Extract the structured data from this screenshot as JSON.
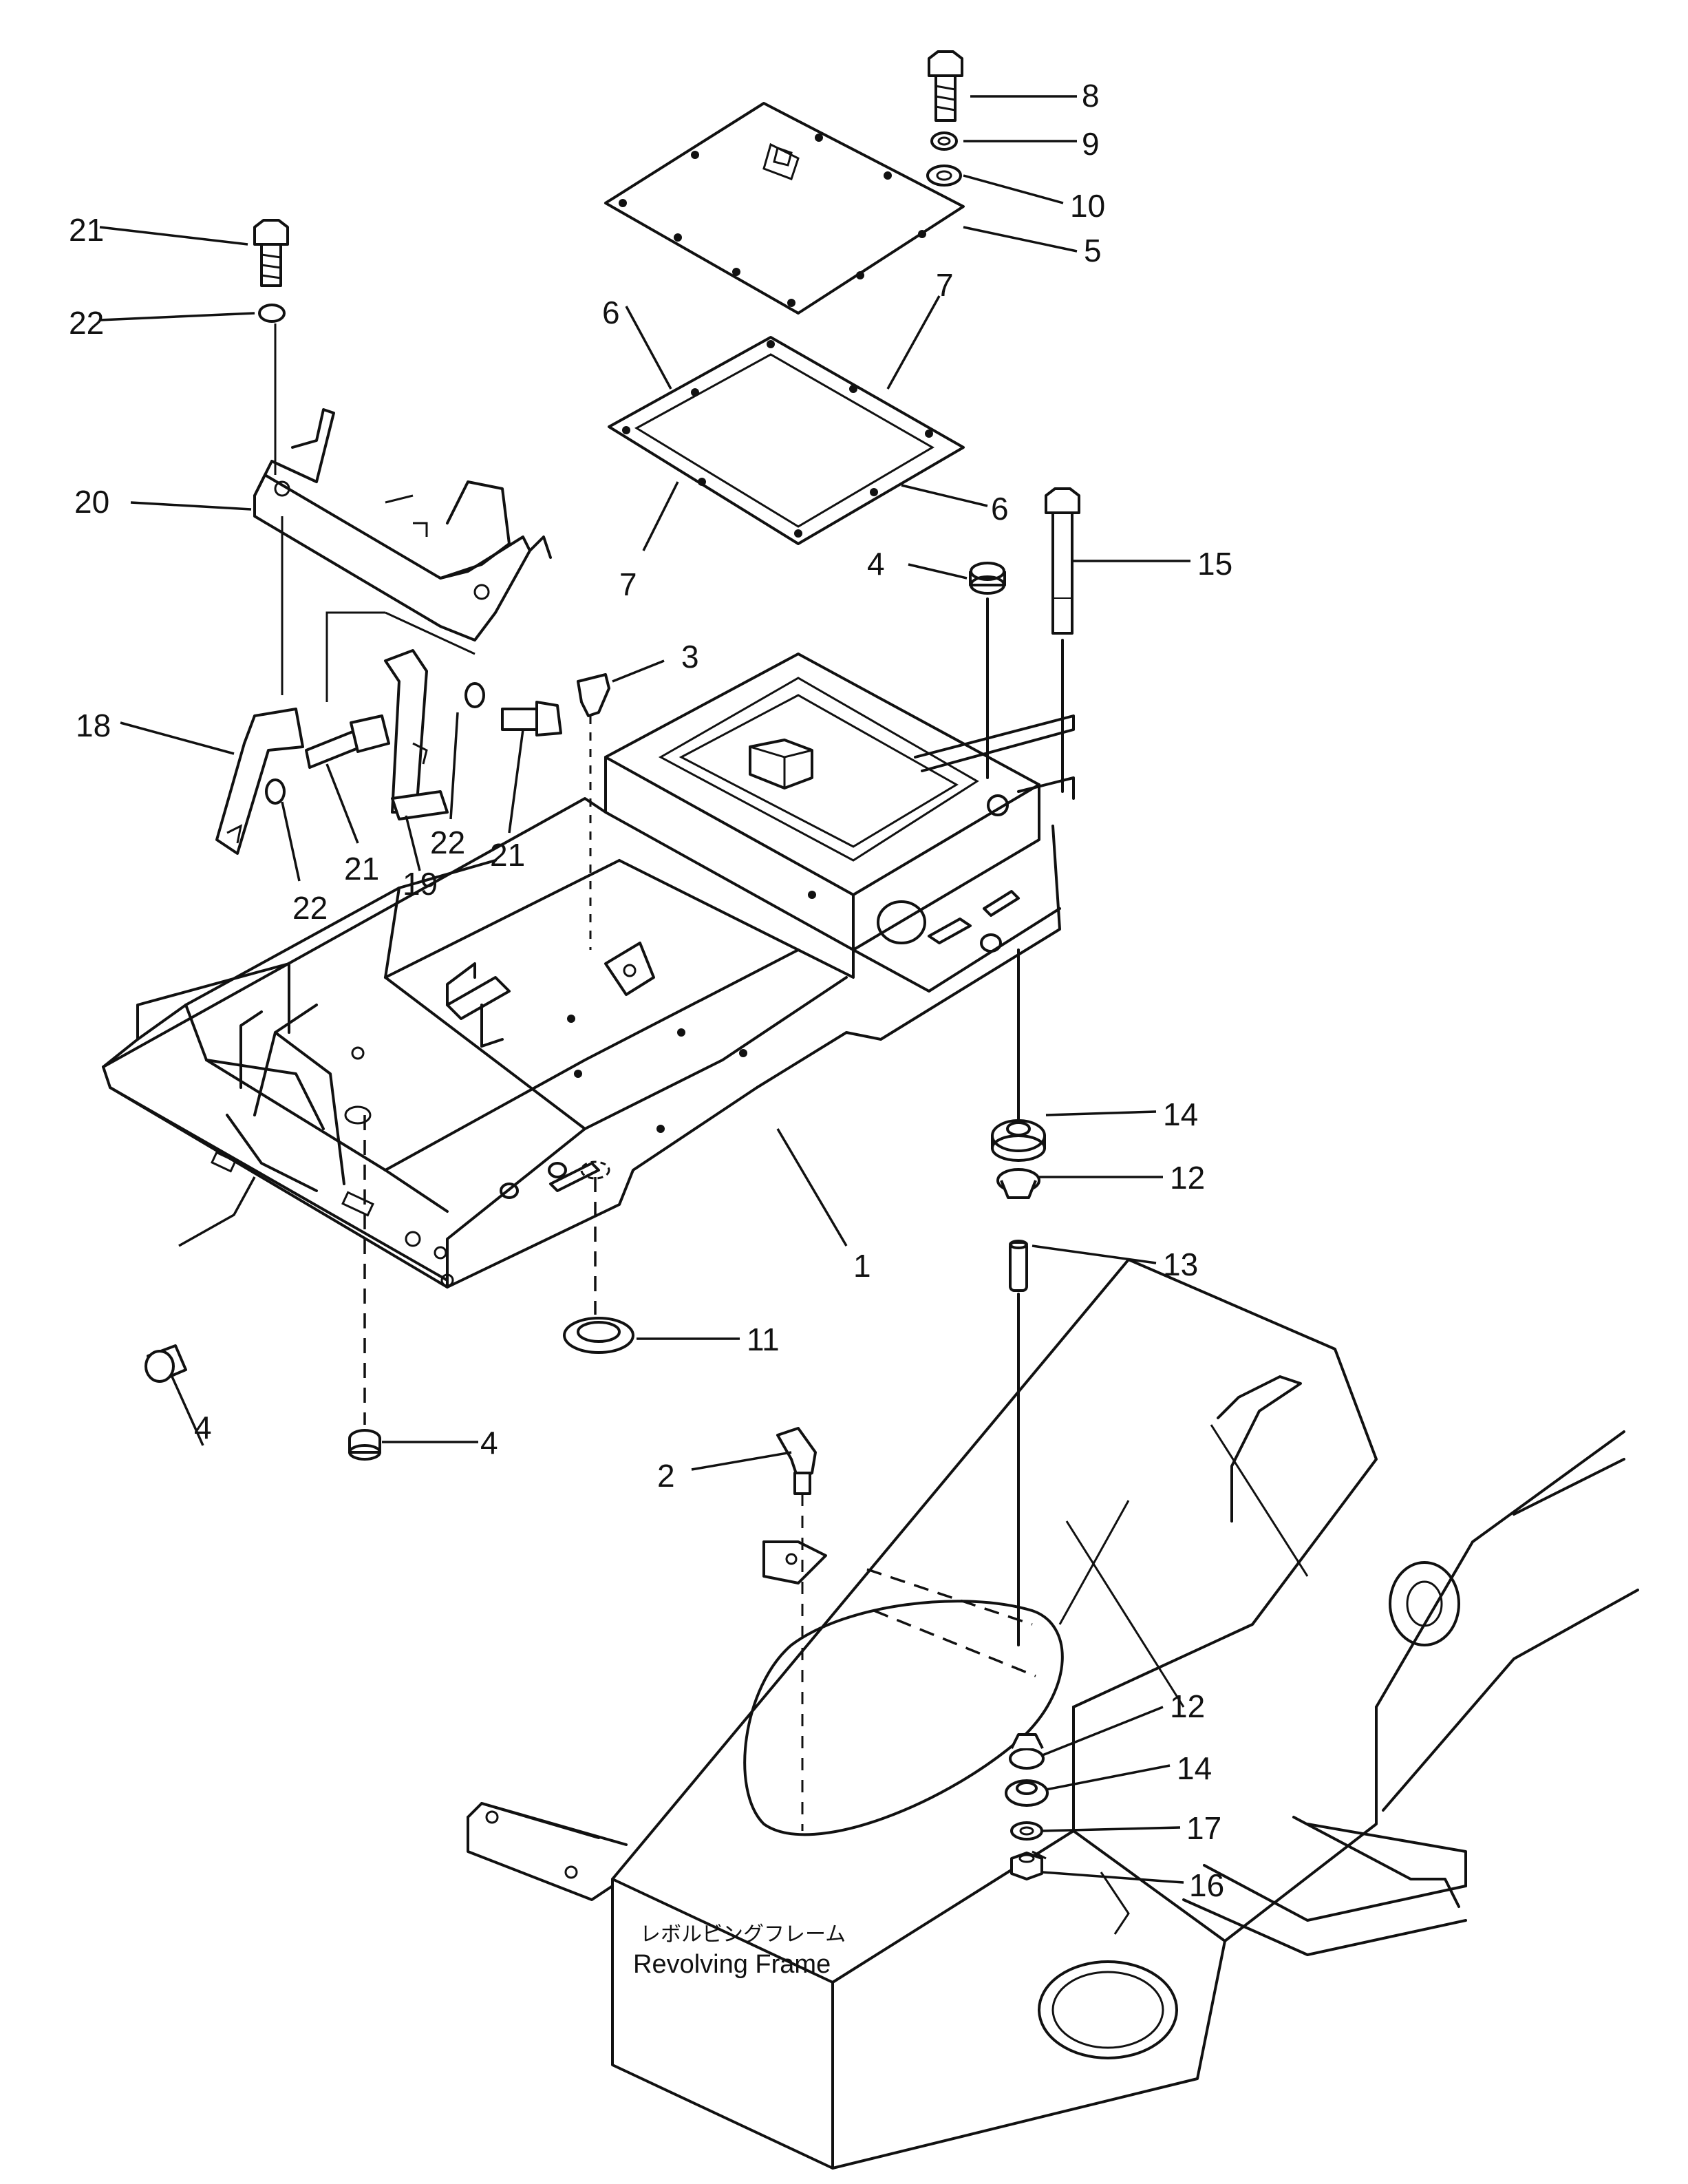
{
  "callouts": {
    "c1": "1",
    "c2": "2",
    "c3": "3",
    "c4a": "4",
    "c4b": "4",
    "c4c": "4",
    "c5": "5",
    "c6a": "6",
    "c6b": "6",
    "c7a": "7",
    "c7b": "7",
    "c8": "8",
    "c9": "9",
    "c10": "10",
    "c11": "11",
    "c12a": "12",
    "c12b": "12",
    "c13": "13",
    "c14a": "14",
    "c14b": "14",
    "c15": "15",
    "c16": "16",
    "c17": "17",
    "c18": "18",
    "c19": "19",
    "c20": "20",
    "c21a": "21",
    "c21b": "21",
    "c21c": "21",
    "c22a": "22",
    "c22b": "22",
    "c22c": "22"
  },
  "frame_label": {
    "jp": "レボルビングフレーム",
    "en": "Revolving  Frame"
  }
}
